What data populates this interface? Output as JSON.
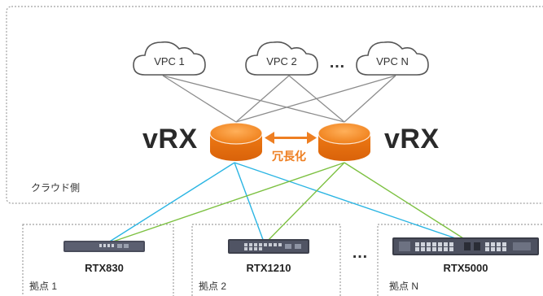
{
  "cloud": {
    "vpcs": [
      "VPC 1",
      "VPC 2",
      "VPC N"
    ],
    "ellipsis": "…",
    "zone_label": "クラウド側"
  },
  "routers": {
    "left_label": "vRX",
    "right_label": "vRX",
    "redundancy_label": "冗長化"
  },
  "sites": [
    {
      "model": "RTX830",
      "label": "拠点 1"
    },
    {
      "model": "RTX1210",
      "label": "拠点 2"
    },
    {
      "model": "RTX5000",
      "label": "拠点 N"
    }
  ],
  "sites_ellipsis": "…",
  "colors": {
    "cloud_link": "#8c8c8c",
    "left_router_link": "#2bb5e3",
    "right_router_link": "#7dc142",
    "router_orange": "#ef7f1a",
    "redundancy_orange": "#ee7f22",
    "zone_border": "#9a9a9a"
  }
}
